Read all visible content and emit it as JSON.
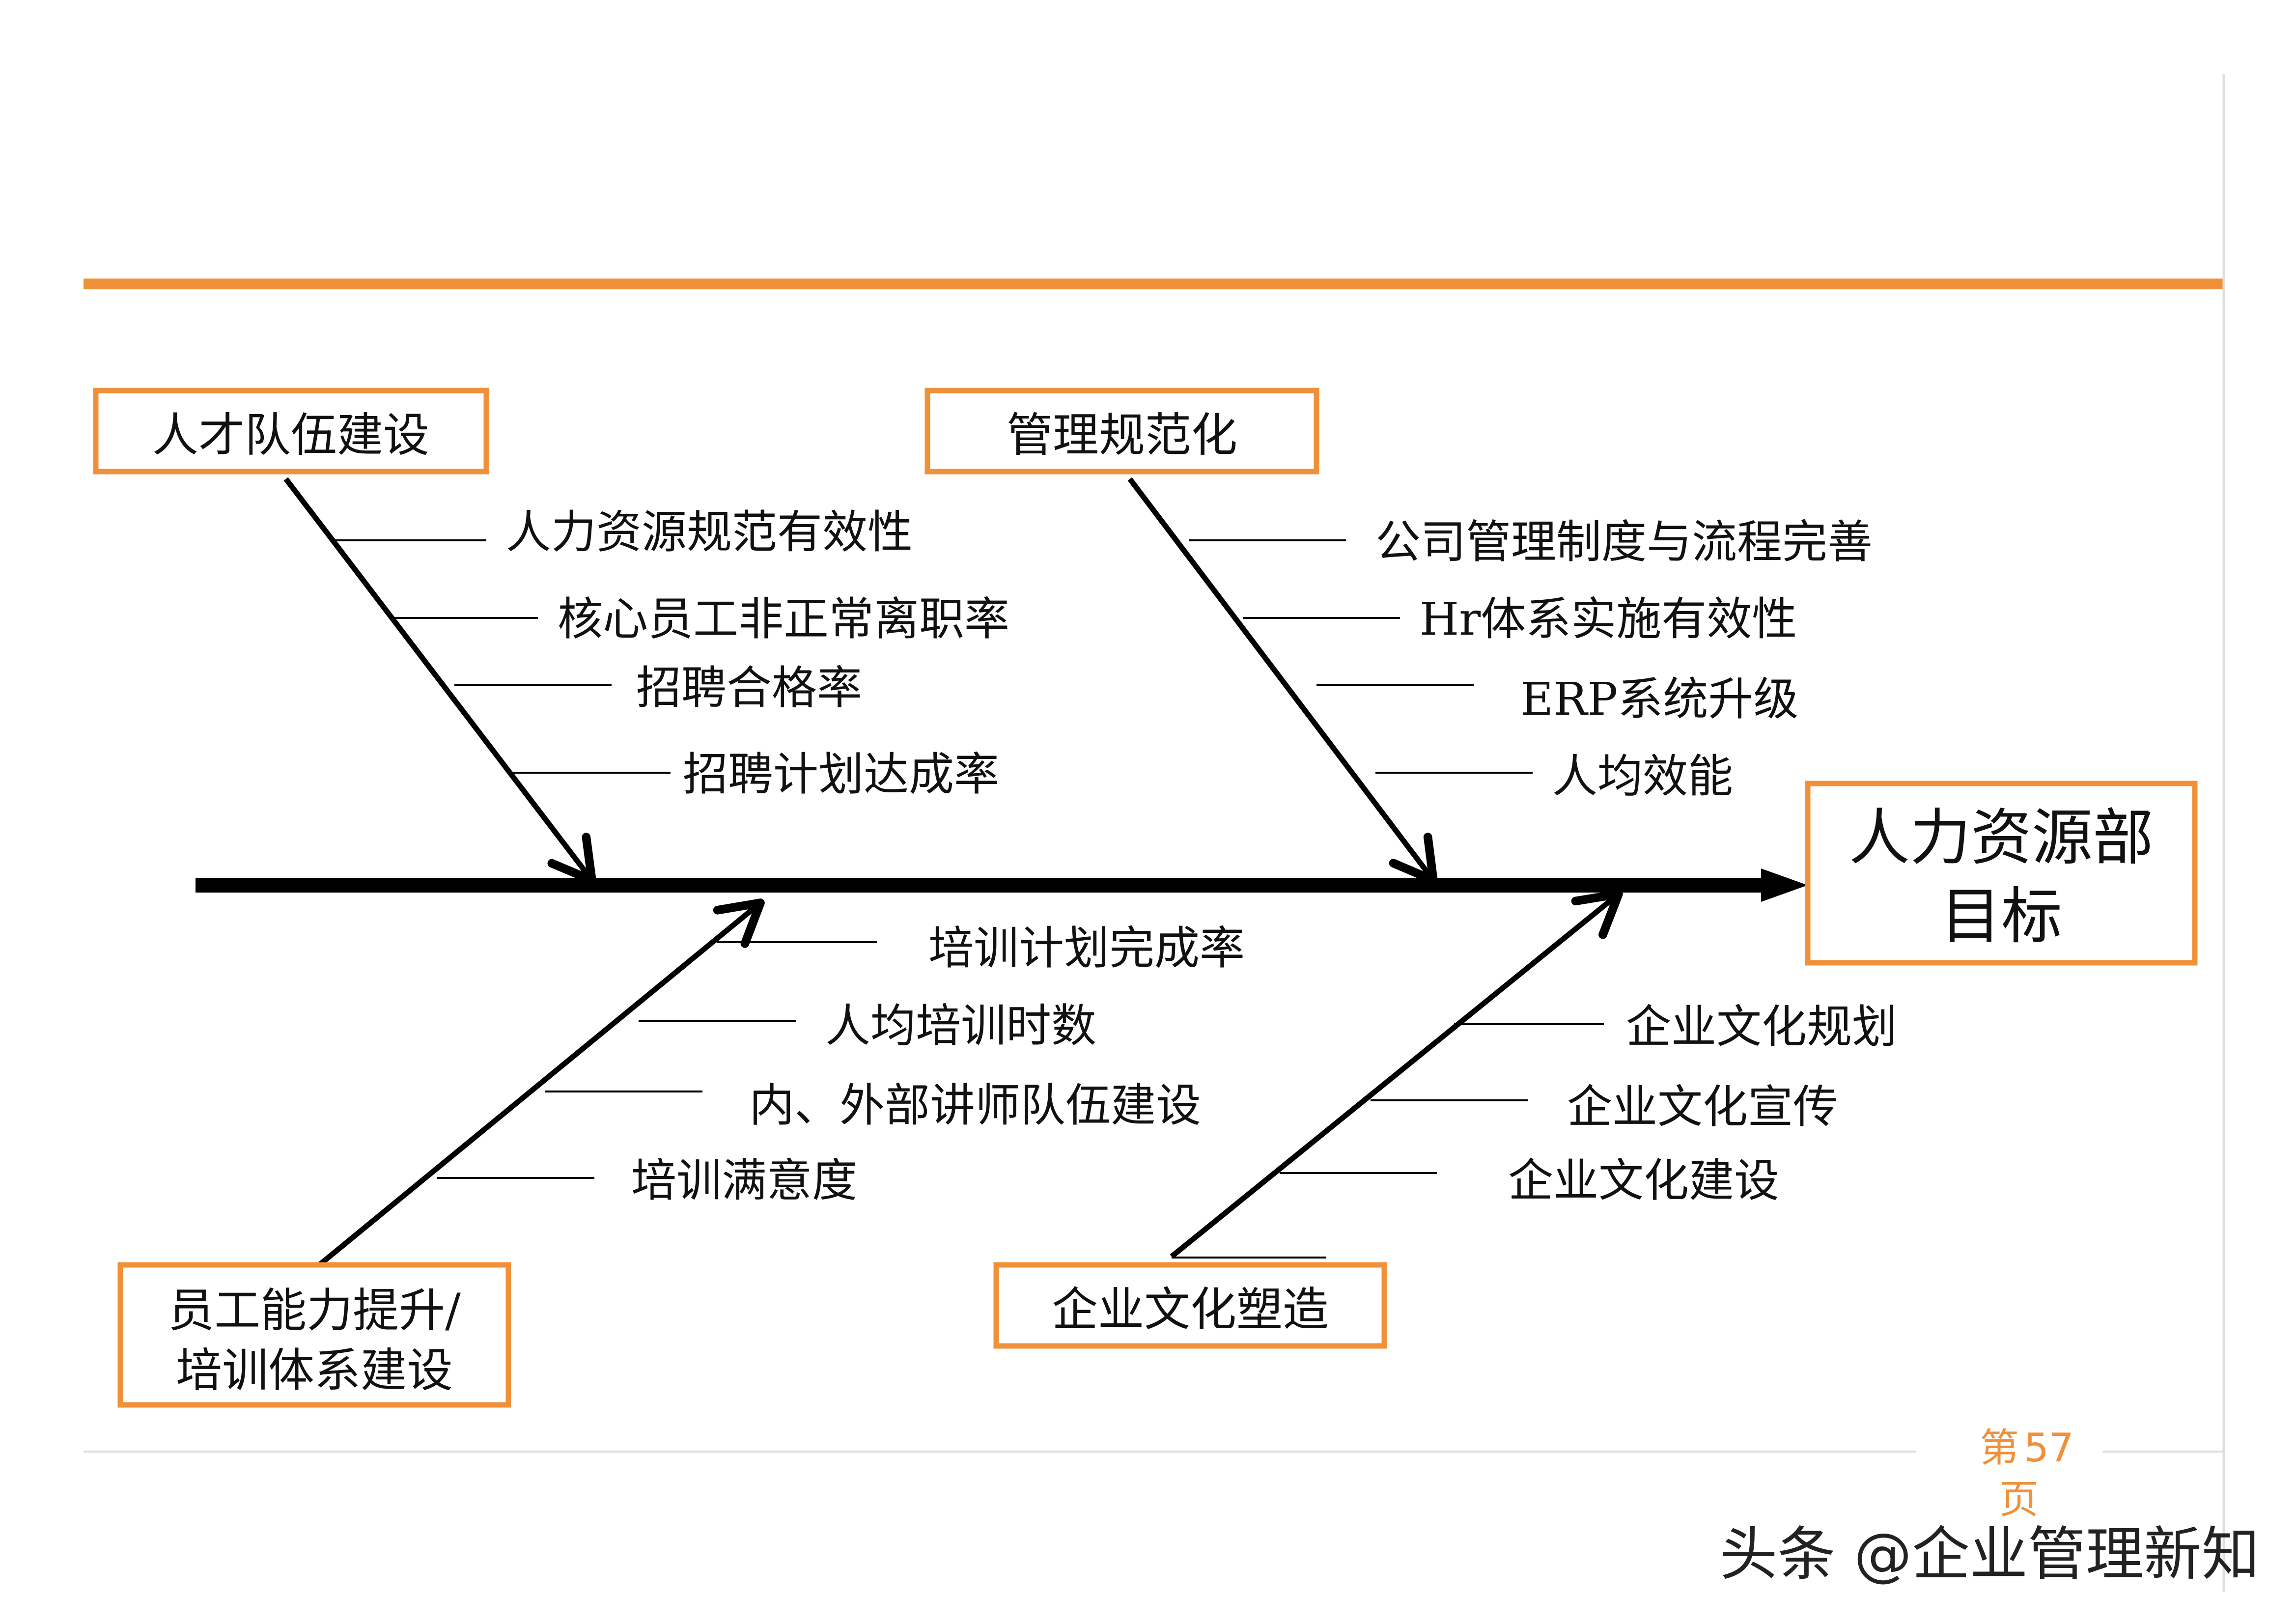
{
  "colors": {
    "accent": "#F0913A",
    "line": "#000000",
    "text": "#111111",
    "rule": "#d8d8d8"
  },
  "diagram_type": "fishbone",
  "head": {
    "lines": [
      "人力资源部",
      "目标"
    ]
  },
  "categories": [
    {
      "label_lines": [
        "人才队伍建设"
      ],
      "position": "top-left",
      "causes": [
        "人力资源规范有效性",
        "核心员工非正常离职率",
        "招聘合格率",
        "招聘计划达成率"
      ]
    },
    {
      "label_lines": [
        "管理规范化"
      ],
      "position": "top-right",
      "causes": [
        "公司管理制度与流程完善",
        "Hr体系实施有效性",
        "ERP系统升级",
        "人均效能"
      ]
    },
    {
      "label_lines": [
        "员工能力提升/",
        "培训体系建设"
      ],
      "position": "bottom-left",
      "causes": [
        "培训计划完成率",
        "人均培训时数",
        "内、外部讲师队伍建设",
        "培训满意度"
      ]
    },
    {
      "label_lines": [
        "企业文化塑造"
      ],
      "position": "bottom-right",
      "causes": [
        "企业文化规划",
        "企业文化宣传",
        "企业文化建设"
      ]
    }
  ],
  "footer": {
    "page_prefix": "第",
    "page_number": "57",
    "page_suffix": "页"
  },
  "watermark": "头条 @企业管理新知"
}
